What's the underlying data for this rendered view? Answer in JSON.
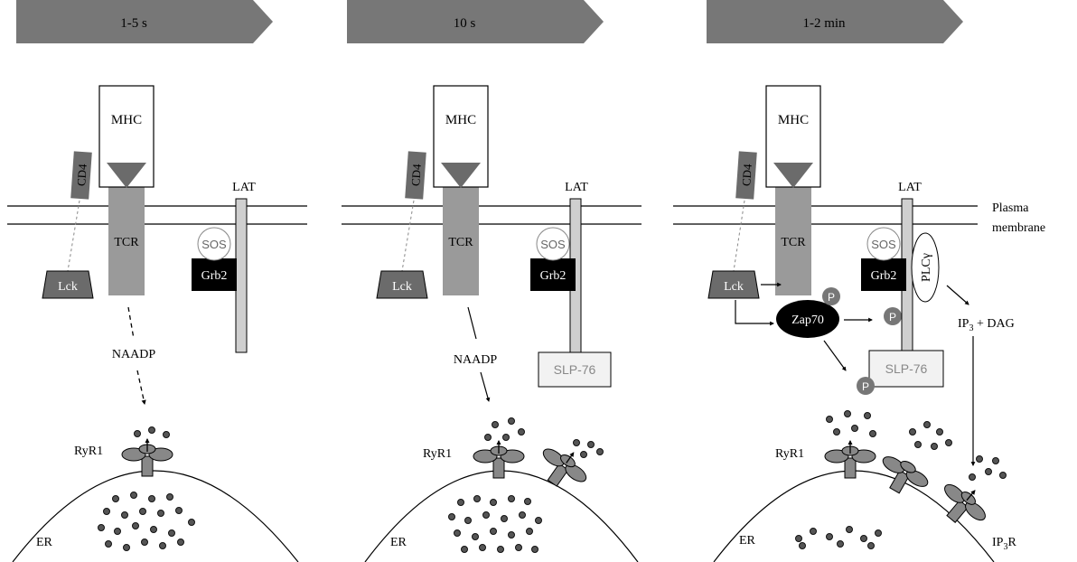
{
  "stages": [
    "1-5 s",
    "10 s",
    "1-2 min"
  ],
  "labels": {
    "mhc": "MHC",
    "cd4": "CD4",
    "tcr": "TCR",
    "lat": "LAT",
    "sos": "SOS",
    "grb2": "Grb2",
    "lck": "Lck",
    "naadp": "NAADP",
    "slp76": "SLP-76",
    "ryr1": "RyR1",
    "er": "ER",
    "zap70": "Zap70",
    "phospho": "P",
    "plcg": "PLCγ",
    "ip3dag_pre": "IP",
    "ip3dag_sub": "3",
    "ip3dag_post": " + DAG",
    "ip3r_pre": "IP",
    "ip3r_sub": "3",
    "ip3r_post": "R",
    "membrane_line1": "Plasma",
    "membrane_line2": "membrane"
  },
  "colors": {
    "banner": "#777777",
    "tcr": "#9a9a9a",
    "dark": "#6b6b6b",
    "black": "#000000",
    "light_box": "#f2f2f2",
    "line": "#000000"
  }
}
